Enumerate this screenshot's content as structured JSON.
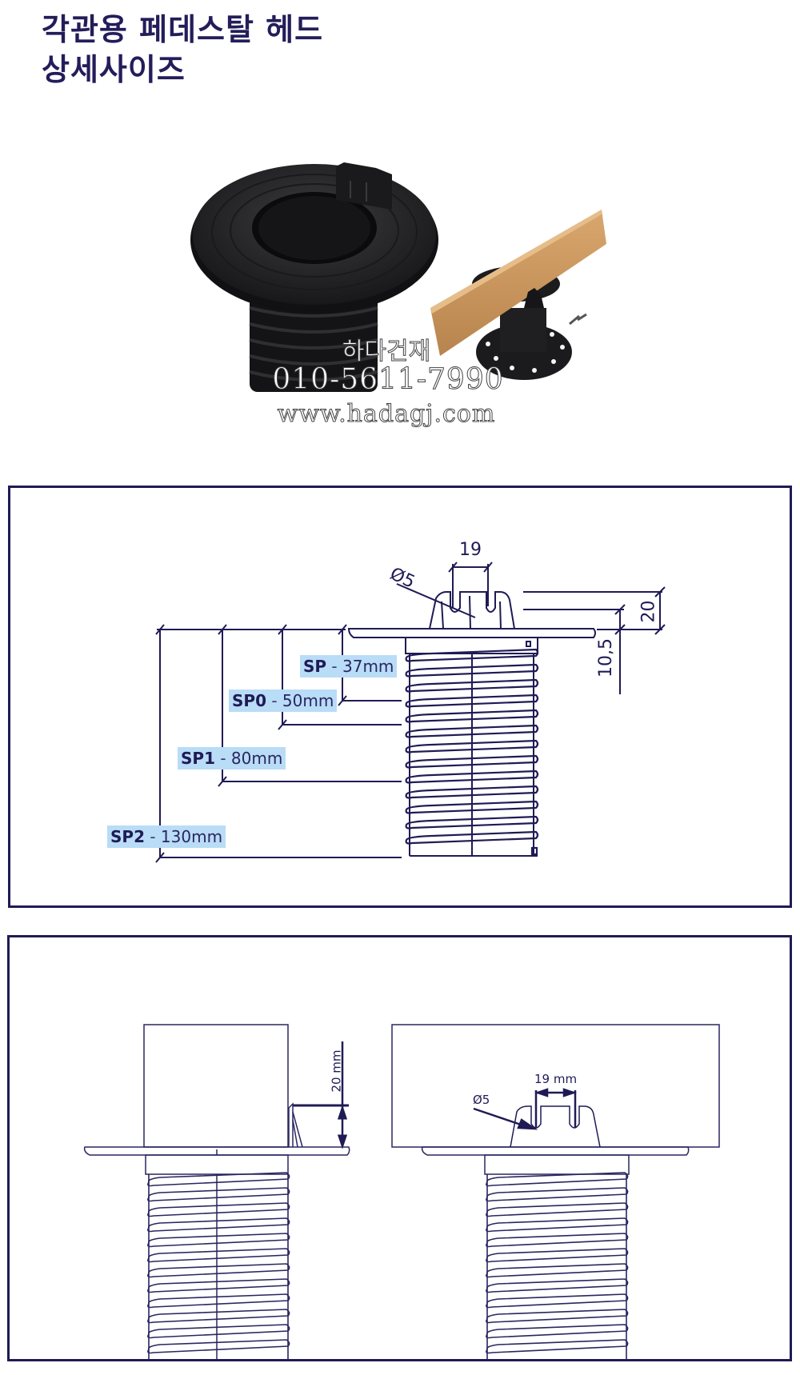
{
  "header": {
    "title_line1": "각관용 페데스탈 헤드",
    "title_line2": "상세사이즈",
    "title_color": "#231d5a"
  },
  "photo": {
    "main_product": "pedestal-head-product-photo",
    "installed_example": "pedestal-with-wooden-joist-photo"
  },
  "watermark": {
    "company": "하다건재",
    "phone": "010-5611-7990",
    "website": "www.hadagj.com"
  },
  "diagram1": {
    "dimensions": {
      "slot_width": "19",
      "hole_diameter": "Ø5",
      "tab_height": "20",
      "flange_offset": "10,5"
    },
    "sizes": [
      {
        "code": "SP",
        "sep": " - ",
        "value": "37mm"
      },
      {
        "code": "SP0",
        "sep": " - ",
        "value": "50mm"
      },
      {
        "code": "SP1",
        "sep": " - ",
        "value": "80mm"
      },
      {
        "code": "SP2",
        "sep": " - ",
        "value": "130mm"
      }
    ],
    "label_bg": "#b9dcf7",
    "line_color": "#1f1b55"
  },
  "diagram2": {
    "side_view": {
      "height_label": "20 mm"
    },
    "front_view": {
      "slot_label": "19 mm",
      "hole_label": "Ø5"
    }
  }
}
